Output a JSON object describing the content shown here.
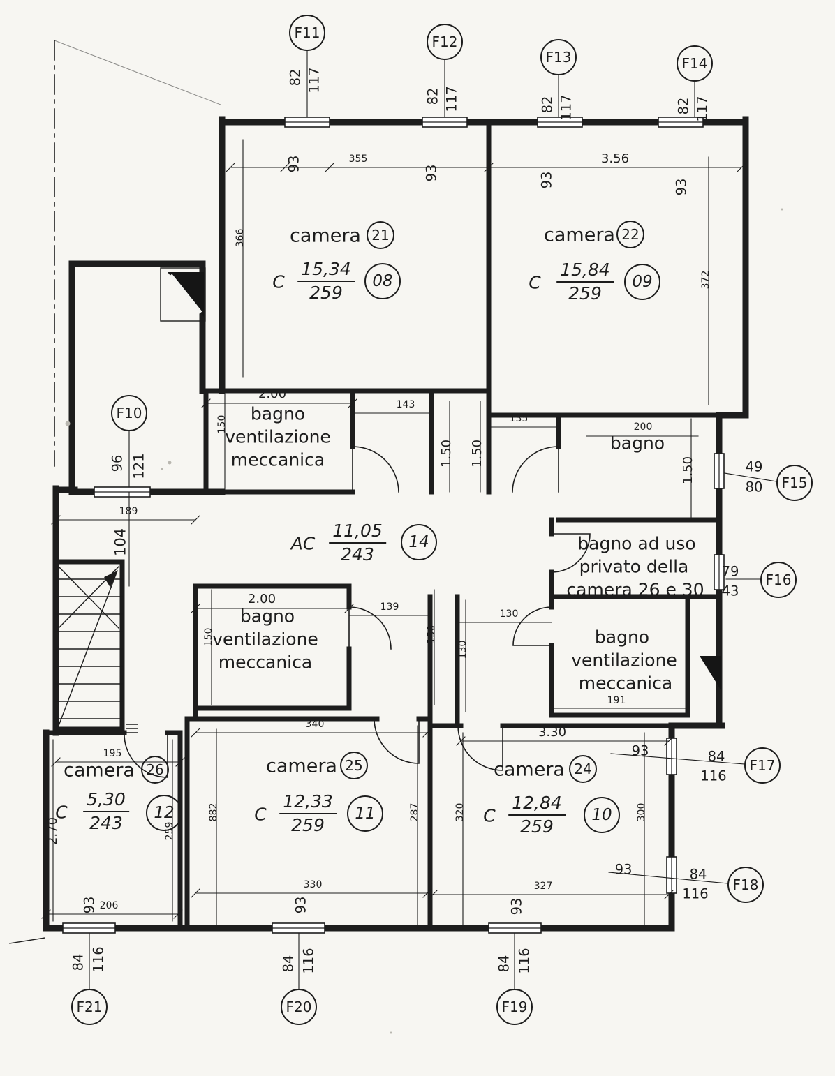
{
  "drawing": {
    "kind": "floor plan",
    "language": "it"
  },
  "rooms": {
    "camera21": {
      "name": "camera",
      "num": "21",
      "c": "C",
      "area": "15,34",
      "height": "259",
      "tag": "08"
    },
    "camera22": {
      "name": "camera",
      "num": "22",
      "c": "C",
      "area": "15,84",
      "height": "259",
      "tag": "09"
    },
    "camera24": {
      "name": "camera",
      "num": "24",
      "c": "C",
      "area": "12,84",
      "height": "259",
      "tag": "10"
    },
    "camera25": {
      "name": "camera",
      "num": "25",
      "c": "C",
      "area": "12,33",
      "height": "259",
      "tag": "11"
    },
    "camera26": {
      "name": "camera",
      "num": "26",
      "c": "C",
      "area": "5,30",
      "height": "243",
      "tag": "12"
    },
    "corridoio": {
      "c": "AC",
      "area": "11,05",
      "height": "243",
      "tag": "14"
    },
    "bagno": {
      "l1": "bagno",
      "l2": "ventilazione",
      "l3": "meccanica"
    },
    "bagno_privato": {
      "l1": "bagno ad uso",
      "l2": "privato della",
      "l3": "camera 26 e 30"
    }
  },
  "windows": {
    "f10": {
      "id": "F10",
      "w": "96",
      "h": "121"
    },
    "f11": {
      "id": "F11",
      "w": "82",
      "h": "117"
    },
    "f12": {
      "id": "F12",
      "w": "82",
      "h": "117"
    },
    "f13": {
      "id": "F13",
      "w": "82",
      "h": "117"
    },
    "f14": {
      "id": "F14",
      "w": "82",
      "h": "117"
    },
    "f15": {
      "id": "F15",
      "w": "49",
      "h": "80"
    },
    "f16": {
      "id": "F16",
      "w": "79",
      "h": "43"
    },
    "f17": {
      "id": "F17",
      "w": "84",
      "h": "116"
    },
    "f18": {
      "id": "F18",
      "w": "84",
      "h": "116"
    },
    "f19": {
      "id": "F19",
      "w": "84",
      "h": "116"
    },
    "f20": {
      "id": "F20",
      "w": "84",
      "h": "116"
    },
    "f21": {
      "id": "F21",
      "w": "84",
      "h": "116"
    }
  },
  "dims": {
    "d93": "93",
    "d355": "355",
    "d356": "3.56",
    "d366": "366",
    "d372": "372",
    "d200m": "2.00",
    "d143": "143",
    "d135": "135",
    "d200": "200",
    "d150m": "1.50",
    "d150": "150",
    "d189": "189",
    "d104": "104",
    "d139": "139",
    "d130": "130",
    "d340": "340",
    "d330m": "3.30",
    "d191": "191",
    "d195": "195",
    "d882": "882",
    "d287": "287",
    "d320": "320",
    "d300": "300",
    "d259": "259",
    "d270": "2.70",
    "d330": "330",
    "d327": "327",
    "d206": "206"
  }
}
